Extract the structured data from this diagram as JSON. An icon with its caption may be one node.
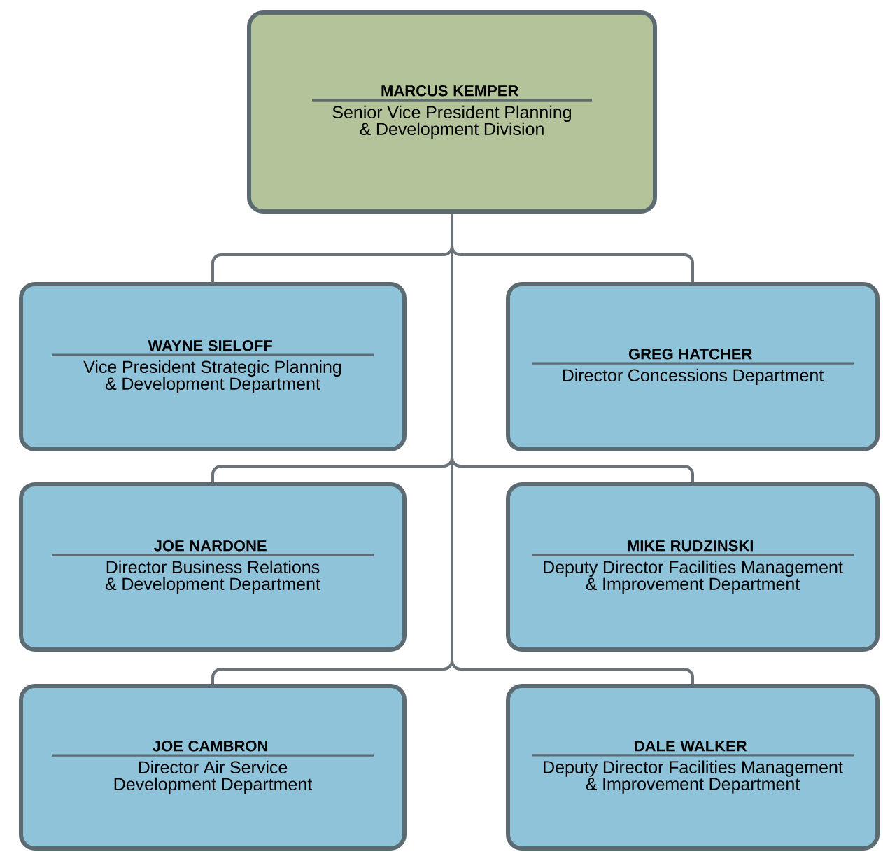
{
  "diagram": {
    "nodes": [
      {
        "text": [
          "MARCUS KEMPER",
          "Senior Vice President Planning & Development Division"
        ]
      },
      {
        "text": [
          "WAYNE SIELOFF",
          "Vice President Strategic Planning & Development Department"
        ]
      },
      {
        "text": [
          "GREG HATCHER",
          "Director Concessions Department"
        ]
      },
      {
        "text": [
          "JOE NARDONE",
          "Director Business Relations & Development Department"
        ]
      },
      {
        "text": [
          "MIKE RUDZINSKI",
          "Deputy Director Facilities Management & Improvement Department"
        ]
      },
      {
        "text": [
          "JOE CAMBRON",
          "Director Air Service Development Department"
        ]
      },
      {
        "text": [
          "DALE WALKER",
          "Deputy Director Facilities Management & Improvement Department"
        ]
      }
    ],
    "edges": [
      {
        "from": 0,
        "to": 1,
        "arrow": "none"
      },
      {
        "from": 0,
        "to": 2,
        "arrow": "none"
      },
      {
        "from": 0,
        "to": 3,
        "arrow": "none"
      },
      {
        "from": 0,
        "to": 4,
        "arrow": "none"
      },
      {
        "from": 0,
        "to": 5,
        "arrow": "none"
      },
      {
        "from": 0,
        "to": 6,
        "arrow": "none"
      }
    ]
  }
}
